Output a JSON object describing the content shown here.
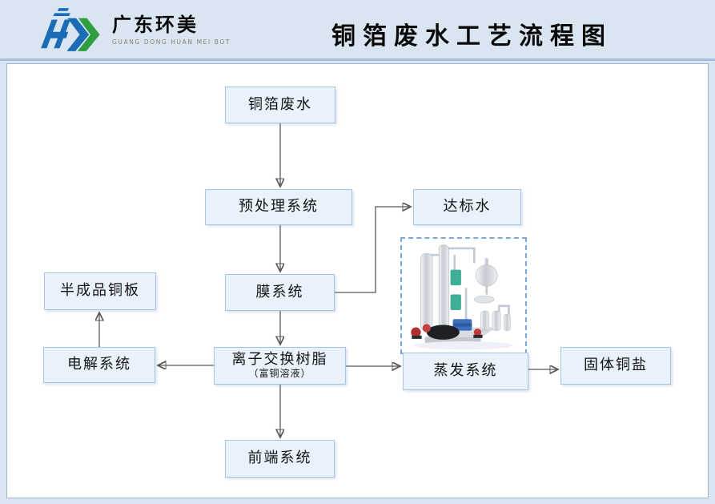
{
  "header": {
    "logo_icon": "huanmei-logo-icon",
    "company_name": "广东环美",
    "company_subtitle": "GUANG DONG HUAN MEI BOT",
    "title": "铜箔废水工艺流程图"
  },
  "diagram": {
    "nodes": [
      {
        "label": "铜箔废水"
      },
      {
        "label": "预处理系统"
      },
      {
        "label": "达标水"
      },
      {
        "label": "膜系统"
      },
      {
        "label": "半成品铜板"
      },
      {
        "label": "电解系统"
      },
      {
        "label": "离子交换树脂",
        "sublabel": "（富铜溶液）"
      },
      {
        "label": "蒸发系统"
      },
      {
        "label": "固体铜盐"
      },
      {
        "label": "前端系统"
      }
    ],
    "connections": [
      {
        "from": "铜箔废水",
        "to": "预处理系统"
      },
      {
        "from": "预处理系统",
        "to": "膜系统"
      },
      {
        "from": "膜系统",
        "to": "达标水"
      },
      {
        "from": "膜系统",
        "to": "离子交换树脂"
      },
      {
        "from": "离子交换树脂",
        "to": "电解系统"
      },
      {
        "from": "电解系统",
        "to": "半成品铜板"
      },
      {
        "from": "离子交换树脂",
        "to": "蒸发系统"
      },
      {
        "from": "离子交换树脂",
        "to": "前端系统"
      },
      {
        "from": "蒸发系统",
        "to": "固体铜盐"
      }
    ],
    "equipment_image": "evaporation-system-equipment-photo",
    "colors": {
      "header_bg": "#d9e6f2",
      "node_fill": "#e9f1fa",
      "node_border": "#a6c4e4",
      "connector": "#595959",
      "dashed_frame": "#7aa7d9",
      "logo_blue": "#1b6cb5",
      "logo_green": "#2f9e41",
      "title_color": "#0a0a0a"
    }
  }
}
